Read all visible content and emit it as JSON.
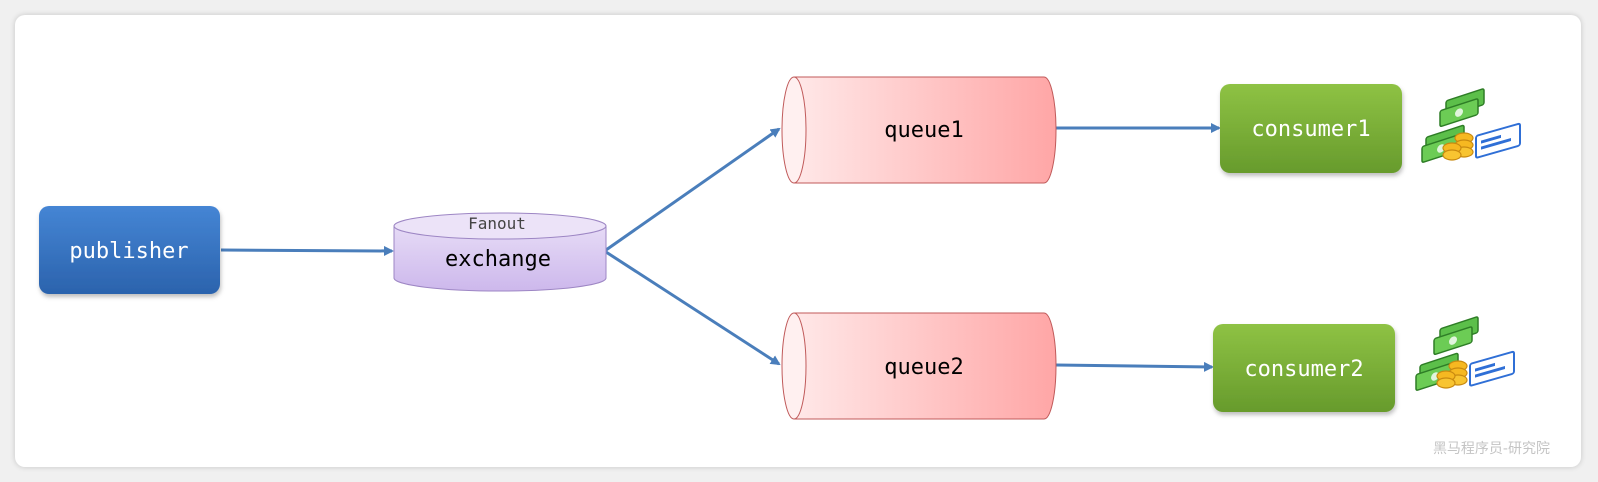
{
  "nodes": {
    "publisher": {
      "label": "publisher"
    },
    "exchange": {
      "type_label": "Fanout",
      "label": "exchange"
    },
    "queue1": {
      "label": "queue1"
    },
    "queue2": {
      "label": "queue2"
    },
    "consumer1": {
      "label": "consumer1"
    },
    "consumer2": {
      "label": "consumer2"
    }
  },
  "watermark": "黑马程序员-研究院",
  "colors": {
    "publisher": "#3574c4",
    "exchange": "#d6c5ee",
    "queue": "#ffb3b3",
    "consumer": "#7aad35",
    "arrow": "#4a7ebb"
  },
  "icons": [
    "money-icon",
    "money-icon"
  ]
}
